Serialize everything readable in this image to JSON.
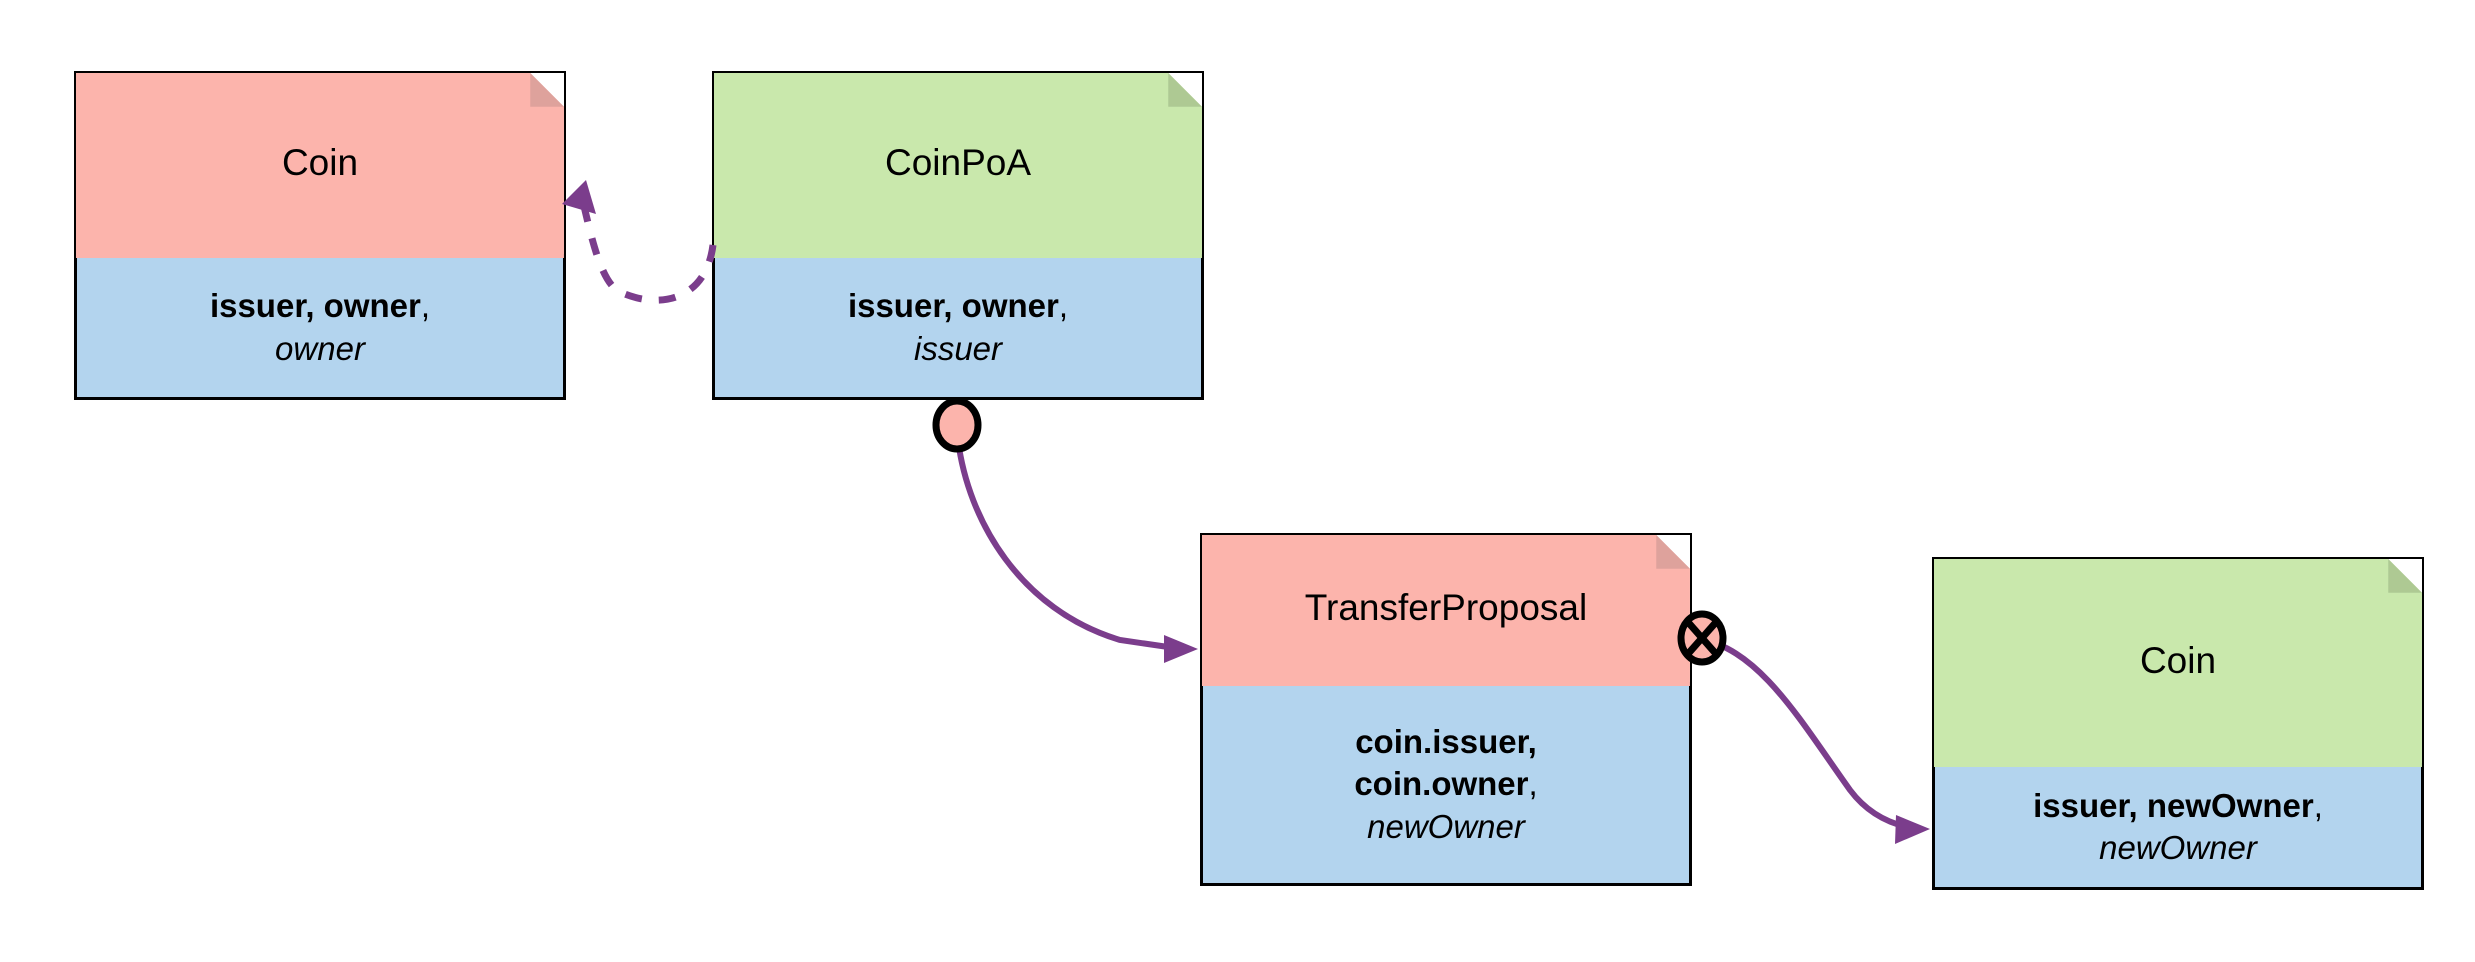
{
  "diagram": {
    "type": "uml-note-diagram",
    "background_color": "#ffffff",
    "palette": {
      "header_pink": "#fcb4ac",
      "header_pink_fold": "#dea29c",
      "header_green": "#c9e8ac",
      "header_green_fold": "#aec993",
      "body_blue": "#b3d4ee",
      "outline": "#000000",
      "connector_purple": "#7b3d8c",
      "circle_fill": "#fcb4ac"
    },
    "nodes": [
      {
        "id": "coin-left",
        "title": "Coin",
        "header_color": "#fcb4ac",
        "header_kind": "pink",
        "body_lines": [
          {
            "bold": "issuer, owner",
            "plain": ","
          },
          {
            "italic": "owner"
          }
        ]
      },
      {
        "id": "coinpoa",
        "title": "CoinPoA",
        "header_color": "#c9e8ac",
        "header_kind": "green",
        "body_lines": [
          {
            "bold": "issuer, owner",
            "plain": ","
          },
          {
            "italic": "issuer"
          }
        ]
      },
      {
        "id": "transferproposal",
        "title": "TransferProposal",
        "header_color": "#fcb4ac",
        "header_kind": "pink",
        "body_lines": [
          {
            "bold": "coin.issuer,"
          },
          {
            "bold": "coin.owner",
            "plain": ","
          },
          {
            "italic": "newOwner"
          }
        ]
      },
      {
        "id": "coin-right",
        "title": "Coin",
        "header_color": "#c9e8ac",
        "header_kind": "green",
        "body_lines": [
          {
            "bold": "issuer, newOwner",
            "plain": ","
          },
          {
            "italic": "newOwner"
          }
        ]
      }
    ],
    "connectors": [
      {
        "id": "coinpoa-to-coin",
        "from": "coinpoa",
        "to": "coin-left",
        "style": "dashed",
        "color": "#7b3d8c",
        "source_marker": "none",
        "target_marker": "solid-arrowhead"
      },
      {
        "id": "coinpoa-to-transferproposal",
        "from": "coinpoa",
        "to": "transferproposal",
        "style": "solid",
        "color": "#7b3d8c",
        "source_marker": "circle",
        "target_marker": "solid-arrowhead"
      },
      {
        "id": "transferproposal-to-coin",
        "from": "transferproposal",
        "to": "coin-right",
        "style": "solid",
        "color": "#7b3d8c",
        "source_marker": "crossed-circle",
        "target_marker": "solid-arrowhead"
      }
    ],
    "markers": {
      "circle_symbol": "circle-marker",
      "crossed_circle_symbol": "crossed-circle-marker",
      "arrow_symbol": "arrowhead-marker"
    }
  }
}
